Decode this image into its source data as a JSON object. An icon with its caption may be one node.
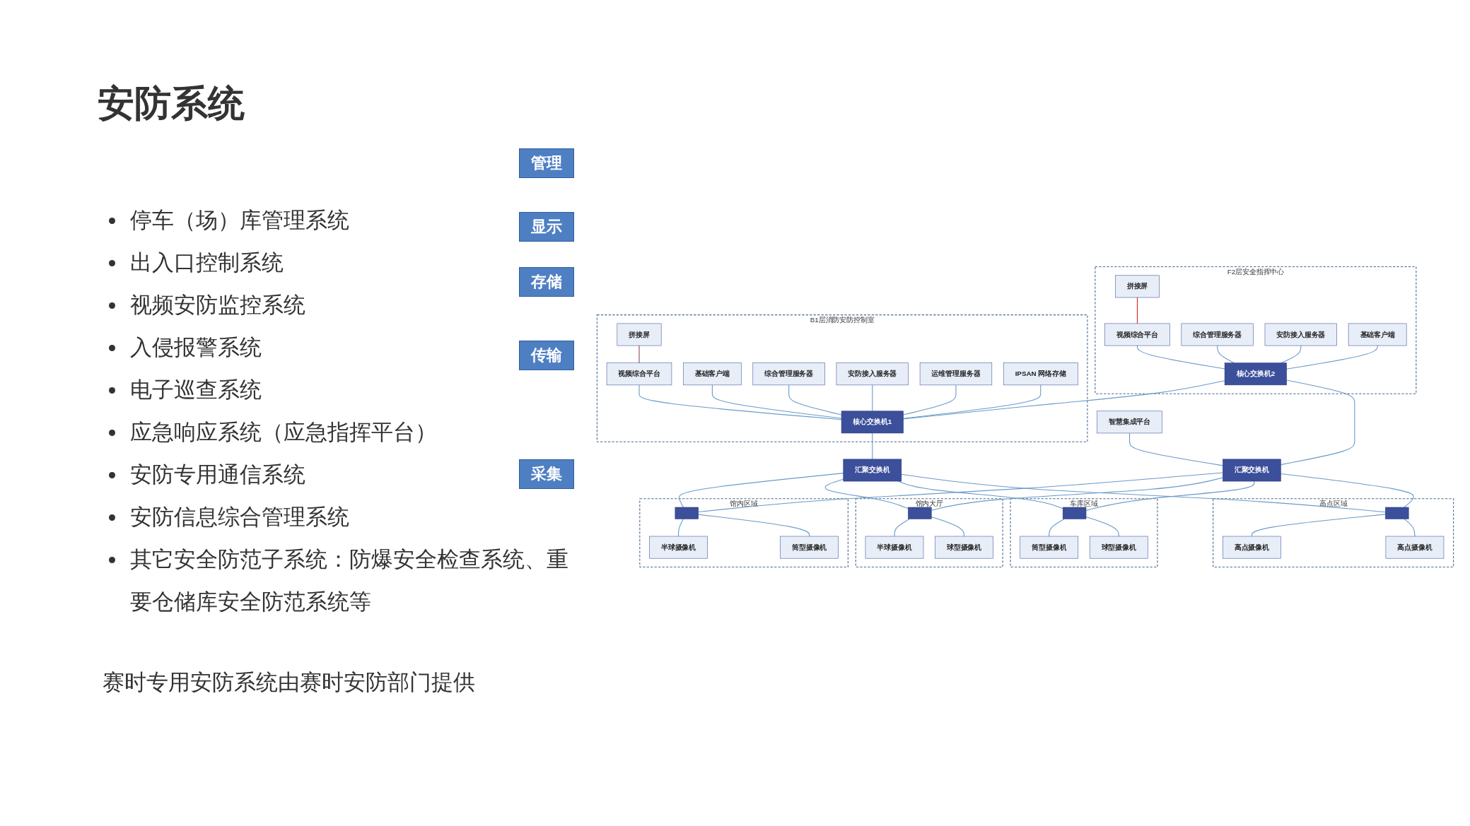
{
  "diagram": {
    "title": "安防系统",
    "nodes": [
      {
        "text": [
          "F2层安全指挥中心"
        ]
      },
      {
        "text": [
          "拼接屏"
        ],
        "in": 0
      },
      {
        "text": [
          "视频综合平台"
        ],
        "in": 0
      },
      {
        "text": [
          "综合管理服务器"
        ],
        "in": 0
      },
      {
        "text": [
          "安防接入服务器"
        ],
        "in": 0
      },
      {
        "text": [
          "基础客户端"
        ],
        "in": 0
      },
      {
        "text": [
          "核心交换机2"
        ],
        "in": 0
      },
      {
        "text": [
          "B1层消防安防控制室"
        ]
      },
      {
        "text": [
          "拼接屏"
        ],
        "in": 7
      },
      {
        "text": [
          "视频综合平台"
        ],
        "in": 7
      },
      {
        "text": [
          "基础客户端"
        ],
        "in": 7
      },
      {
        "text": [
          "综合管理服务器"
        ],
        "in": 7
      },
      {
        "text": [
          "安防接入服务器"
        ],
        "in": 7
      },
      {
        "text": [
          "运维管理服务器"
        ],
        "in": 7
      },
      {
        "text": [
          "IPSAN 网络存储"
        ],
        "in": 7
      },
      {
        "text": [
          "核心交换机1"
        ],
        "in": 7
      },
      {
        "text": [
          "汇聚交换机"
        ]
      },
      {
        "text": [
          "汇聚交换机"
        ]
      },
      {
        "text": [
          "智慧集成平台"
        ]
      },
      {
        "text": [
          "馆内区域"
        ]
      },
      {
        "text": [],
        "shape": "box",
        "in": 19
      },
      {
        "text": [
          "半球摄像机"
        ],
        "in": 19
      },
      {
        "text": [
          "筒型摄像机"
        ],
        "in": 19
      },
      {
        "text": [
          "馆内大厅"
        ]
      },
      {
        "text": [],
        "shape": "box",
        "in": 23
      },
      {
        "text": [
          "半球摄像机"
        ],
        "in": 23
      },
      {
        "text": [
          "球型摄像机"
        ],
        "in": 23
      },
      {
        "text": [
          "车库区域"
        ]
      },
      {
        "text": [],
        "shape": "box",
        "in": 27
      },
      {
        "text": [
          "筒型摄像机"
        ],
        "in": 27
      },
      {
        "text": [
          "球型摄像机"
        ],
        "in": 27
      },
      {
        "text": [
          "高点区域"
        ]
      },
      {
        "text": [],
        "shape": "box",
        "in": 31
      },
      {
        "text": [
          "高点摄像机"
        ],
        "in": 31
      },
      {
        "text": [
          "高点摄像机"
        ],
        "in": 31
      }
    ],
    "edges": [
      {
        "from": 1,
        "to": 2,
        "arrow": "none",
        "color": "#e02020"
      },
      {
        "from": 2,
        "to": 6,
        "arrow": "none"
      },
      {
        "from": 3,
        "to": 6,
        "arrow": "none"
      },
      {
        "from": 4,
        "to": 6,
        "arrow": "none"
      },
      {
        "from": 5,
        "to": 6,
        "arrow": "none"
      },
      {
        "from": 8,
        "to": 9,
        "arrow": "none",
        "color": "#8b4a4a"
      },
      {
        "from": 9,
        "to": 15,
        "arrow": "none"
      },
      {
        "from": 10,
        "to": 15,
        "arrow": "none"
      },
      {
        "from": 11,
        "to": 15,
        "arrow": "none"
      },
      {
        "from": 12,
        "to": 15,
        "arrow": "none"
      },
      {
        "from": 13,
        "to": 15,
        "arrow": "none"
      },
      {
        "from": 14,
        "to": 15,
        "arrow": "none"
      },
      {
        "from": 6,
        "to": 15,
        "arrow": "none"
      },
      {
        "from": 6,
        "to": 16,
        "arrow": "none"
      },
      {
        "from": 15,
        "to": 17,
        "arrow": "none"
      },
      {
        "from": 18,
        "to": 16,
        "arrow": "none"
      },
      {
        "from": 16,
        "to": 20,
        "arrow": "none"
      },
      {
        "from": 16,
        "to": 24,
        "arrow": "none"
      },
      {
        "from": 16,
        "to": 28,
        "arrow": "none"
      },
      {
        "from": 16,
        "to": 32,
        "arrow": "none"
      },
      {
        "from": 17,
        "to": 20,
        "arrow": "none"
      },
      {
        "from": 17,
        "to": 24,
        "arrow": "none"
      },
      {
        "from": 17,
        "to": 28,
        "arrow": "none"
      },
      {
        "from": 17,
        "to": 32,
        "arrow": "none"
      },
      {
        "from": 20,
        "to": 21,
        "arrow": "none"
      },
      {
        "from": 20,
        "to": 22,
        "arrow": "none"
      },
      {
        "from": 24,
        "to": 25,
        "arrow": "none"
      },
      {
        "from": 24,
        "to": 26,
        "arrow": "none"
      },
      {
        "from": 28,
        "to": 29,
        "arrow": "none"
      },
      {
        "from": 28,
        "to": 30,
        "arrow": "none"
      },
      {
        "from": 32,
        "to": 33,
        "arrow": "none"
      },
      {
        "from": 32,
        "to": 34,
        "arrow": "none"
      }
    ],
    "labels": [
      "管理",
      "显示",
      "存储",
      "传输",
      "采集",
      "停车（场）库管理系统",
      "出入口控制系统",
      "视频安防监控系统",
      "入侵报警系统",
      "电子巡查系统",
      "应急响应系统（应急指挥平台）",
      "安防专用通信系统",
      "安防信息综合管理系统",
      "其它安全防范子系统：防爆安全检查系统、重要仓储库安全防范系统等",
      "赛时专用安防系统由赛时安防部门提供"
    ]
  }
}
